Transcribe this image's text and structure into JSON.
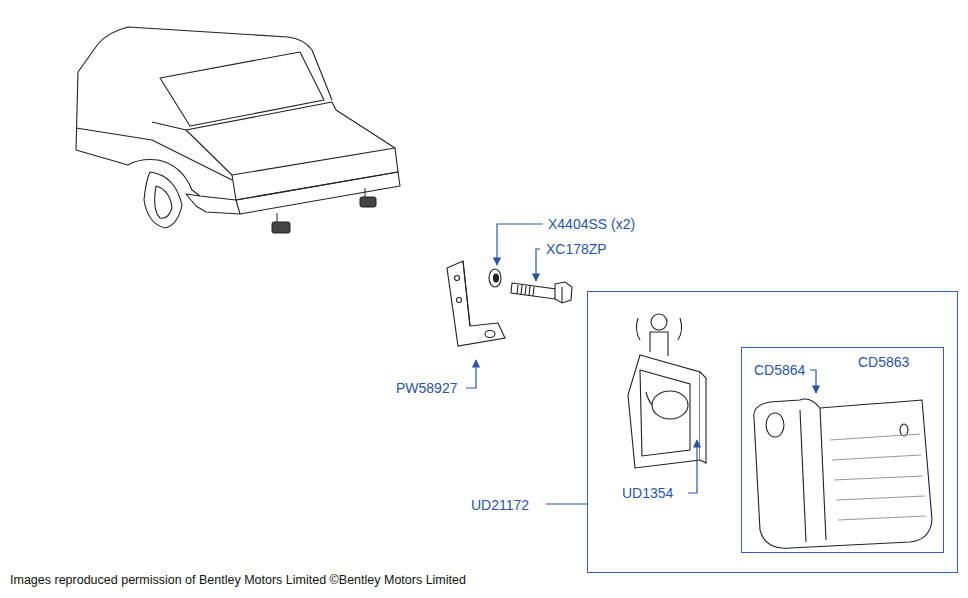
{
  "diagram": {
    "nodes": [
      {
        "text": [
          "UD21172"
        ]
      },
      {
        "text": [
          "CD5863"
        ],
        "in": 0
      }
    ],
    "labels": [
      "X4404SS (x2)",
      "XC178ZP",
      "PW58927",
      "UD1354",
      "CD5864",
      "Images reproduced permission of Bentley Motors Limited ©Bentley Motors Limited"
    ]
  }
}
